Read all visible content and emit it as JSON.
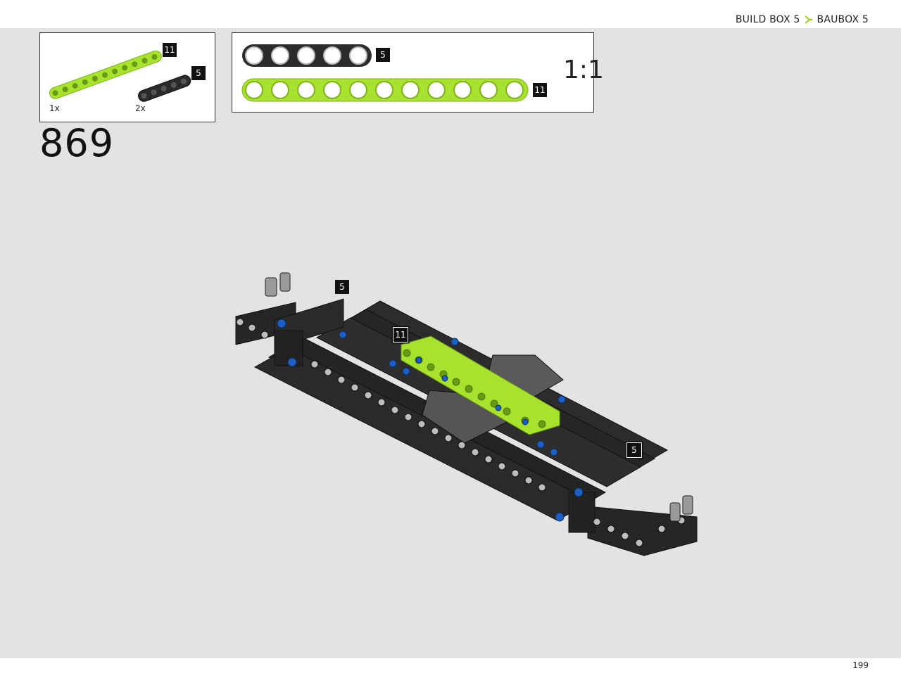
{
  "header": {
    "breadcrumb_left": "BUILD BOX 5",
    "breadcrumb_right": "BAUBOX 5",
    "accent_color": "#9ccc1a"
  },
  "parts_panel": {
    "items": [
      {
        "quantity": "1x",
        "length": "11",
        "color": "#a6e22e"
      },
      {
        "quantity": "2x",
        "length": "5",
        "color": "#2b2b2b"
      }
    ]
  },
  "scale_panel": {
    "beams": [
      {
        "length": "5",
        "holes": 5,
        "color": "#2b2b2b"
      },
      {
        "length": "11",
        "holes": 11,
        "color": "#a6e22e"
      }
    ],
    "scale_label": "1:1"
  },
  "step": {
    "number": "869"
  },
  "callouts": [
    {
      "label": "5"
    },
    {
      "label": "11"
    },
    {
      "label": "5"
    }
  ],
  "footer": {
    "page_number": "199"
  }
}
